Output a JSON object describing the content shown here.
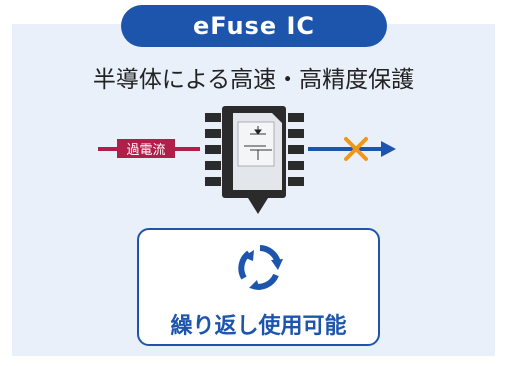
{
  "title": "eFuse IC",
  "subtitle": "半導体による高速・高精度保護",
  "input_label": "過電流",
  "reuse_label": "繰り返し使用可能",
  "colors": {
    "brand_blue": "#1d55ad",
    "panel_bg": "#e9f0fa",
    "overcurrent": "#b01e4a",
    "output_arrow": "#1d55ad",
    "blocked_mark": "#f29718",
    "chip": "#2b2b2b"
  },
  "icons": [
    "recycle-icon",
    "blocked-x-icon",
    "mosfet-symbol-icon"
  ]
}
